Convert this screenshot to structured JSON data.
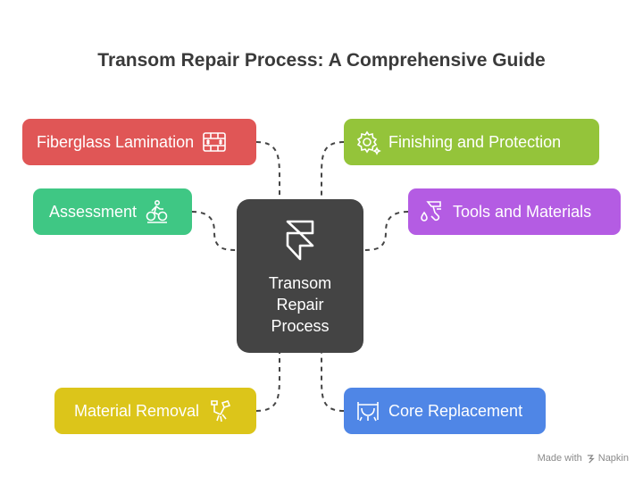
{
  "title": "Transom Repair Process: A Comprehensive Guide",
  "center": {
    "label": "Transom Repair Process",
    "icon": "framer-logo-icon"
  },
  "nodes": {
    "fiberglass": {
      "label": "Fiberglass Lamination",
      "color": "#e05656",
      "icon": "grid-expand-icon"
    },
    "assessment": {
      "label": "Assessment",
      "color": "#3fc784",
      "icon": "cyclist-search-icon"
    },
    "material": {
      "label": "Material Removal",
      "color": "#dcc51a",
      "icon": "jackhammer-icon"
    },
    "finishing": {
      "label": "Finishing and Protection",
      "color": "#94c43a",
      "icon": "gear-sparkle-icon"
    },
    "tools": {
      "label": "Tools and Materials",
      "color": "#b45ce3",
      "icon": "tools-drop-icon"
    },
    "core": {
      "label": "Core Replacement",
      "color": "#4f86e6",
      "icon": "core-frame-icon"
    }
  },
  "footer": {
    "made_with": "Made with",
    "brand": "Napkin",
    "icon": "napkin-logo-icon"
  }
}
